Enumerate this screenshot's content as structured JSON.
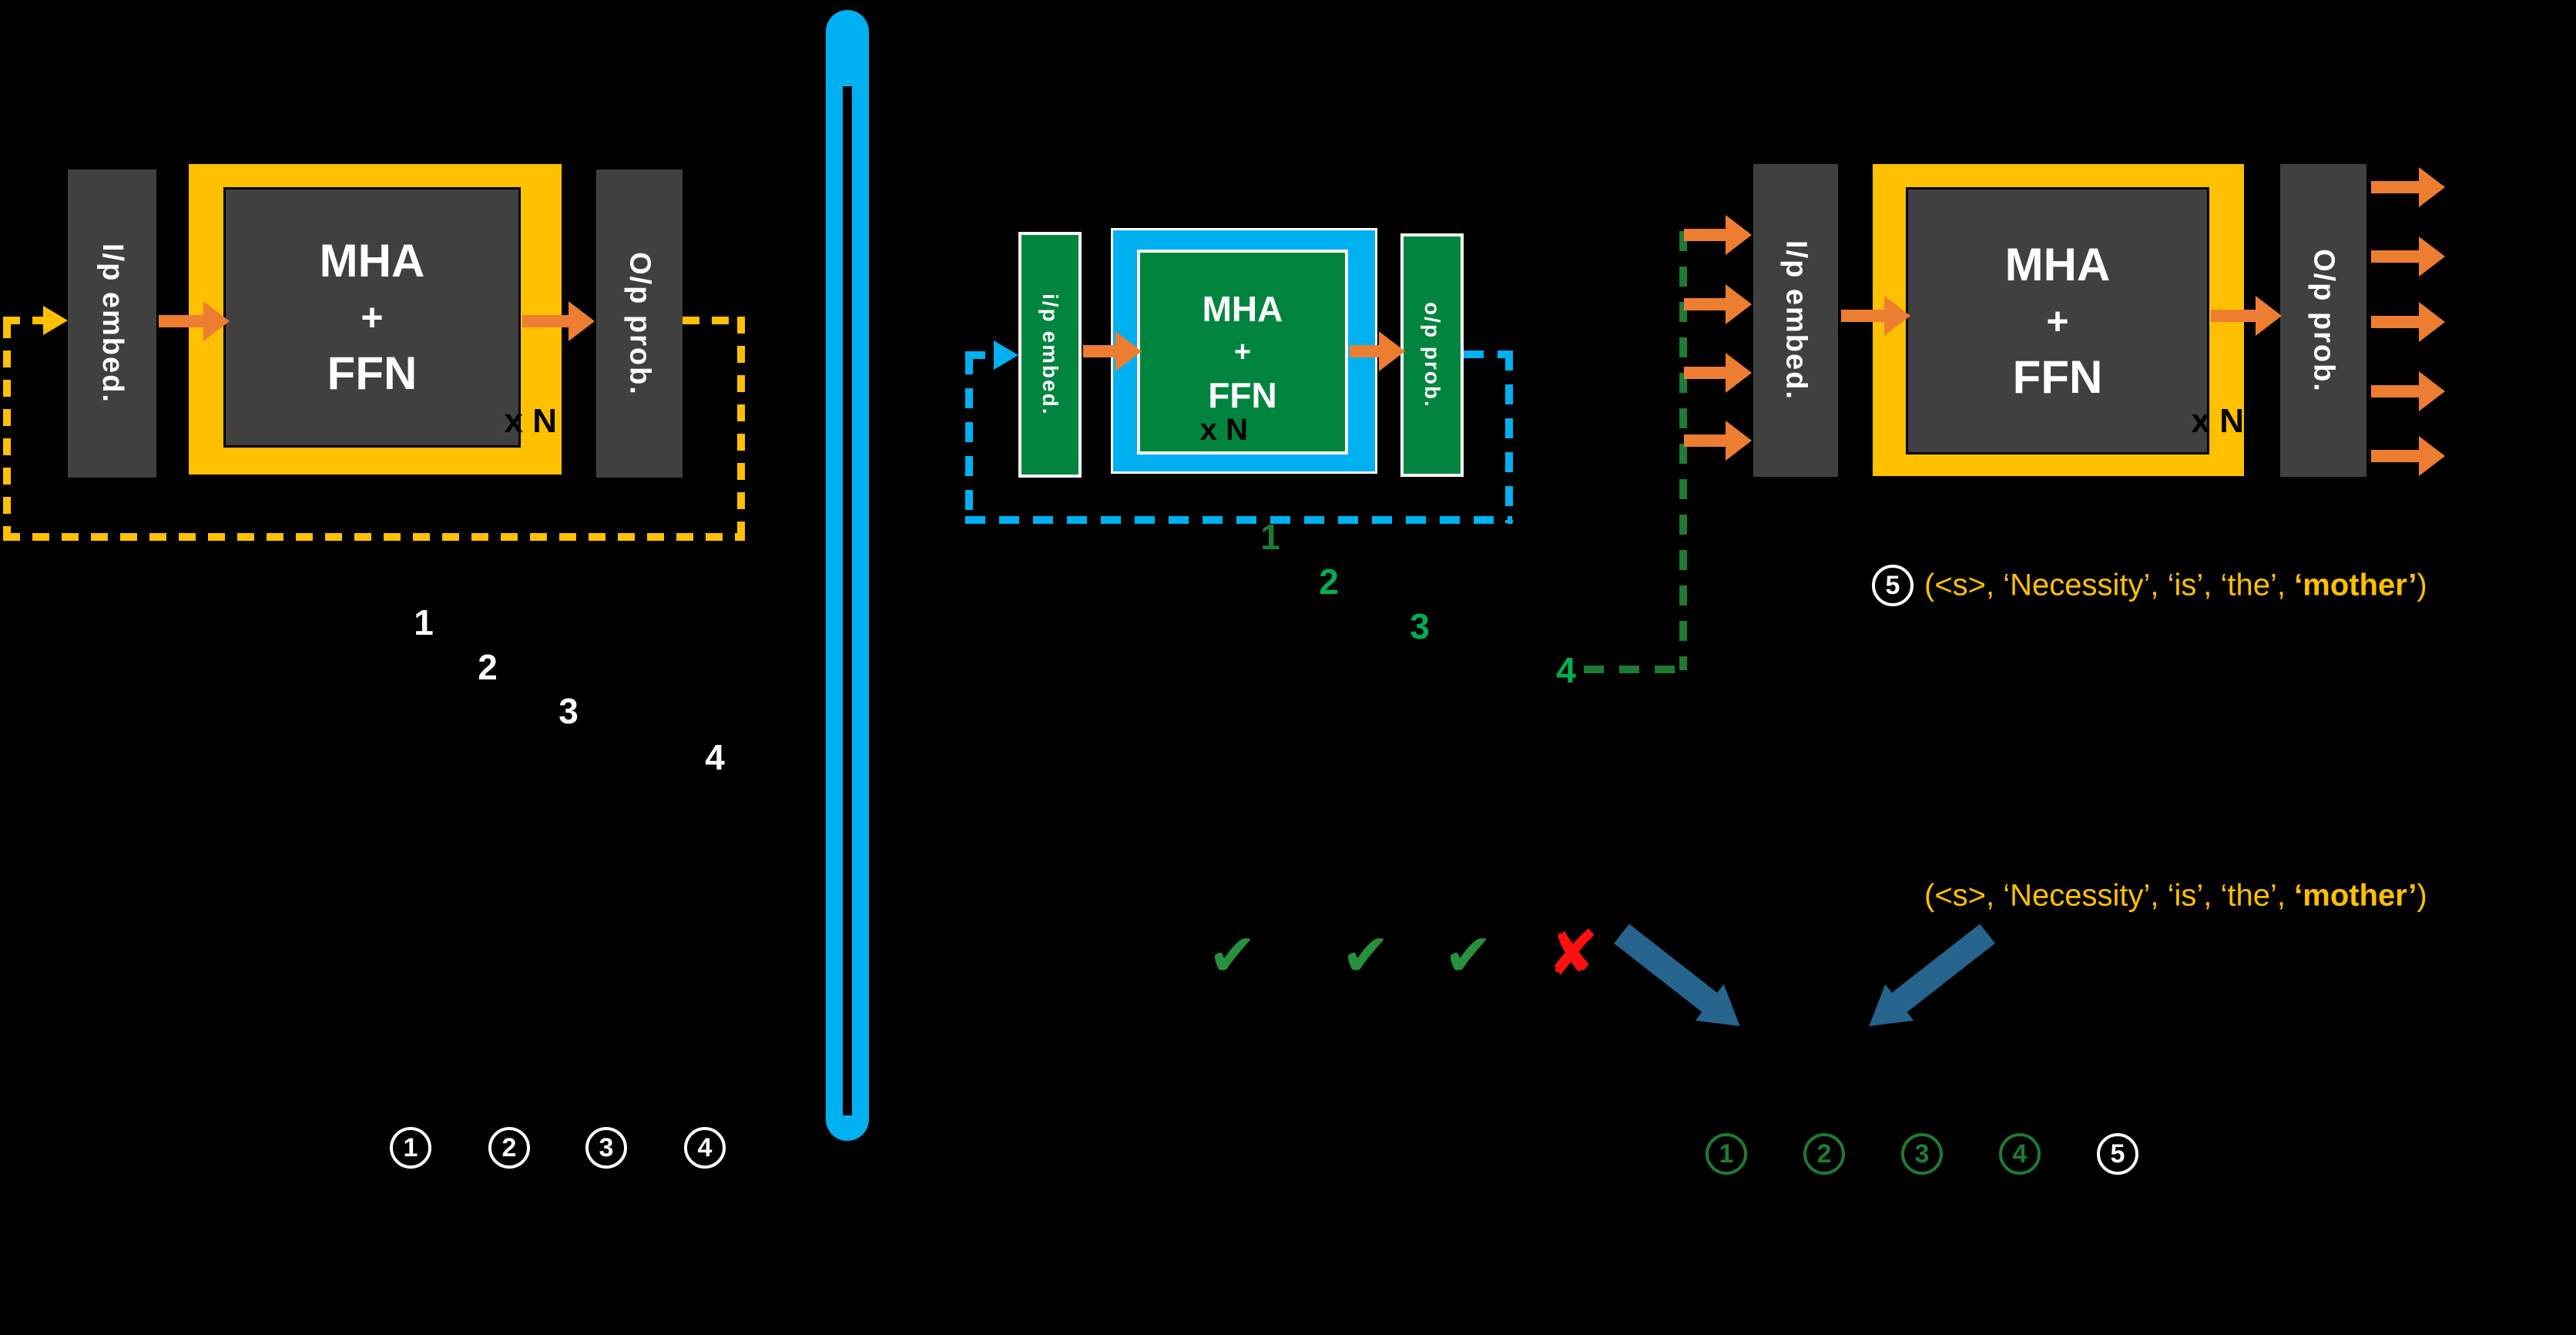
{
  "colors": {
    "background": "#000000",
    "accent_yellow": "#FFC000",
    "accent_orange": "#ED7D31",
    "accent_green": "#00843E",
    "accent_blue": "#00B0F0",
    "dark_box": "#404040",
    "check_green": "#27903B",
    "cross_red": "#FF1010",
    "steel_blue": "#26648E",
    "badge_green": "#1E7B34",
    "bright_green": "#00B050"
  },
  "left_panel": {
    "input_label": "I/p embed.",
    "core": {
      "l1": "MHA",
      "l2": "+",
      "l3": "FFN"
    },
    "repeat": "x N",
    "output_label": "O/p prob.",
    "step_numbers": [
      "1",
      "2",
      "3",
      "4"
    ],
    "legend": [
      "1",
      "2",
      "3",
      "4"
    ]
  },
  "middle_panel": {
    "input_label": "i/p embed.",
    "core": {
      "l1": "MHA",
      "l2": "+",
      "l3": "FFN"
    },
    "repeat": "x N",
    "output_label": "o/p prob.",
    "step_numbers": [
      "1",
      "2",
      "3",
      "4"
    ]
  },
  "right_panel": {
    "input_label": "I/p embed.",
    "core": {
      "l1": "MHA",
      "l2": "+",
      "l3": "FFN"
    },
    "repeat": "x N",
    "output_label": "O/p prob.",
    "sequence_top": {
      "badge": "5",
      "pre": "(<s>, ‘Necessity’, ‘is’, ‘the’, ",
      "bold": "‘mother’",
      "post": ")"
    },
    "verification": {
      "checks": [
        "✔",
        "✔",
        "✔"
      ],
      "cross": "✘"
    },
    "sequence_bottom": {
      "pre": "(<s>, ‘Necessity’, ‘is’, ‘the’, ",
      "bold": "‘mother’",
      "post": ")"
    },
    "legend": [
      "1",
      "2",
      "3",
      "4",
      "5"
    ]
  }
}
